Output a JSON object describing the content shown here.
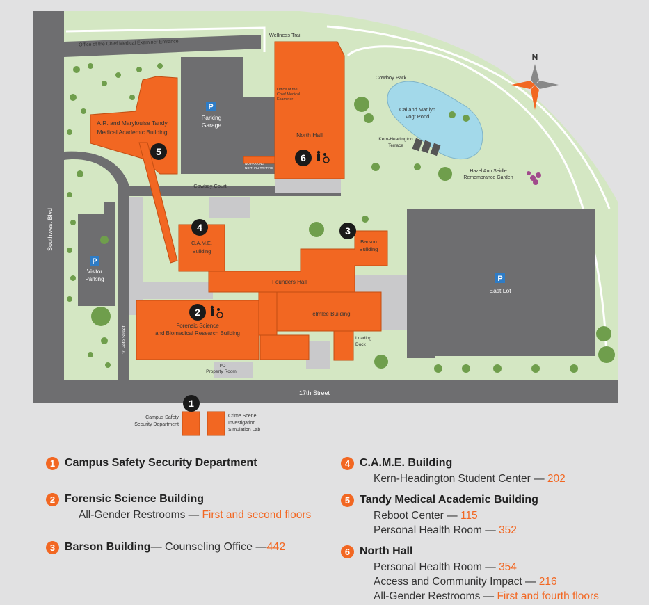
{
  "map": {
    "compass": "N",
    "streets": {
      "west": "Southwest Blvd",
      "south": "17th Street",
      "inner": "Dr. Pete Street",
      "court": "Cowboy Court",
      "trail": "Wellness Trail",
      "entrance": "Office of the Chief Medical Examiner Entrance"
    },
    "parking": {
      "icon": "P",
      "garage": [
        "Parking",
        "Garage"
      ],
      "visitor": [
        "Visitor",
        "Parking"
      ],
      "east": "East Lot",
      "no_parking": [
        "NO PARKING",
        "NO THRU TRAFFIC"
      ]
    },
    "buildings": {
      "tandy": [
        "A.R. and Marylouise Tandy",
        "Medical Academic Building"
      ],
      "came": [
        "C.A.M.E.",
        "Building"
      ],
      "forensic": [
        "Forensic Science",
        "and Biomedical Research Building"
      ],
      "founders": "Founders Hall",
      "felmlee": "Felmlee Building",
      "barson": [
        "Barson",
        "Building"
      ],
      "north_hall": "North Hall",
      "ocme": [
        "Office of the",
        "Chief Medical",
        "Examiner"
      ],
      "tpd": [
        "TPD",
        "Property Room"
      ],
      "loading": [
        "Loading",
        "Dock"
      ]
    },
    "park": {
      "cowboy_park": "Cowboy Park",
      "pond": [
        "Cal and Marilyn",
        "Vogt Pond"
      ],
      "terrace": [
        "Kern-Headington",
        "Terrace"
      ],
      "garden": [
        "Hazel Ann Seidle",
        "Remembrance Garden"
      ]
    },
    "inset": {
      "campus_safety": [
        "Campus Safety",
        "Security Department"
      ],
      "crime_scene": [
        "Crime Scene",
        "Investigation",
        "Simulation Lab"
      ]
    },
    "markers": [
      "1",
      "2",
      "3",
      "4",
      "5",
      "6"
    ]
  },
  "legend": {
    "left": [
      {
        "num": "1",
        "title": "Campus Safety Security Department",
        "inline": "",
        "lines": []
      },
      {
        "num": "2",
        "title": "Forensic Science Building",
        "inline": "",
        "lines": [
          {
            "text": "All-Gender Restrooms — ",
            "hl": "First and second floors"
          }
        ]
      },
      {
        "num": "3",
        "title": "Barson Building",
        "inline": " — Counseling Office — ",
        "inline_hl": "442",
        "lines": []
      }
    ],
    "right": [
      {
        "num": "4",
        "title": "C.A.M.E. Building",
        "lines": [
          {
            "text": "Kern-Headington Student Center — ",
            "hl": "202"
          }
        ]
      },
      {
        "num": "5",
        "title": "Tandy Medical Academic Building",
        "lines": [
          {
            "text": "Reboot Center — ",
            "hl": "115"
          },
          {
            "text": "Personal Health Room — ",
            "hl": "352"
          }
        ]
      },
      {
        "num": "6",
        "title": "North Hall",
        "lines": [
          {
            "text": "Personal Health Room — ",
            "hl": "354"
          },
          {
            "text": "Access and Community Impact — ",
            "hl": "216"
          },
          {
            "text": "All-Gender Restrooms — ",
            "hl": "First and fourth floors"
          }
        ]
      }
    ]
  },
  "colors": {
    "building": "#f26722",
    "grass": "#d4e7c3",
    "road": "#6e6e70",
    "lot": "#8a8a8c",
    "pond": "#a3d9ea",
    "tree": "#6f9e4c",
    "legend_accent": "#f26722"
  }
}
